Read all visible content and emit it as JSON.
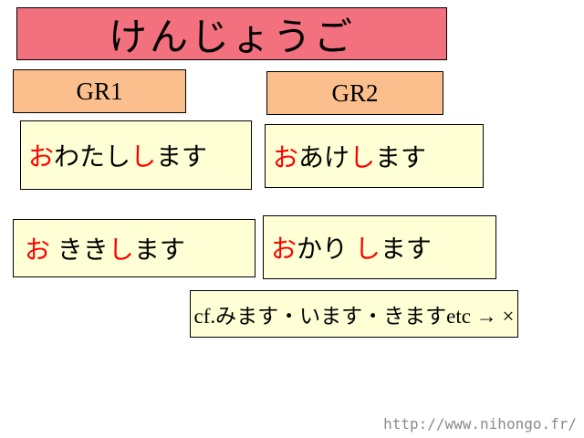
{
  "slide": {
    "title": "けんじょうご",
    "groups": [
      {
        "label": "GR1"
      },
      {
        "label": "GR2"
      }
    ],
    "cards": [
      {
        "group": "GR1",
        "segments": [
          {
            "text": "お",
            "color": "#ff0000"
          },
          {
            "text": "わたし",
            "color": "#000000"
          },
          {
            "text": "し",
            "color": "#ff0000"
          },
          {
            "text": "ます",
            "color": "#000000"
          }
        ]
      },
      {
        "group": "GR2",
        "segments": [
          {
            "text": "お",
            "color": "#ff0000"
          },
          {
            "text": "あけ",
            "color": "#000000"
          },
          {
            "text": "し",
            "color": "#ff0000"
          },
          {
            "text": "ます",
            "color": "#000000"
          }
        ]
      },
      {
        "group": "GR1",
        "segments": [
          {
            "text": "お",
            "color": "#ff0000"
          },
          {
            "text": " きき",
            "color": "#000000"
          },
          {
            "text": "し",
            "color": "#ff0000"
          },
          {
            "text": "ます",
            "color": "#000000"
          }
        ]
      },
      {
        "group": "GR2",
        "segments": [
          {
            "text": "お",
            "color": "#ff0000"
          },
          {
            "text": "かり ",
            "color": "#000000"
          },
          {
            "text": "し",
            "color": "#ff0000"
          },
          {
            "text": "ます",
            "color": "#000000"
          }
        ]
      }
    ],
    "note": {
      "segments": [
        {
          "text": "cf.みます・います・きますetc → ×",
          "color": "#000000"
        }
      ]
    },
    "watermark": "http://www.nihongo.fr/"
  },
  "colors": {
    "title_bg": "#f3707e",
    "group_bg": "#fbbf8e",
    "card_bg": "#ffffd6",
    "border": "#000000",
    "accent_red": "#ff0000",
    "watermark_gray": "#8a8a8a",
    "page_bg": "#ffffff"
  }
}
